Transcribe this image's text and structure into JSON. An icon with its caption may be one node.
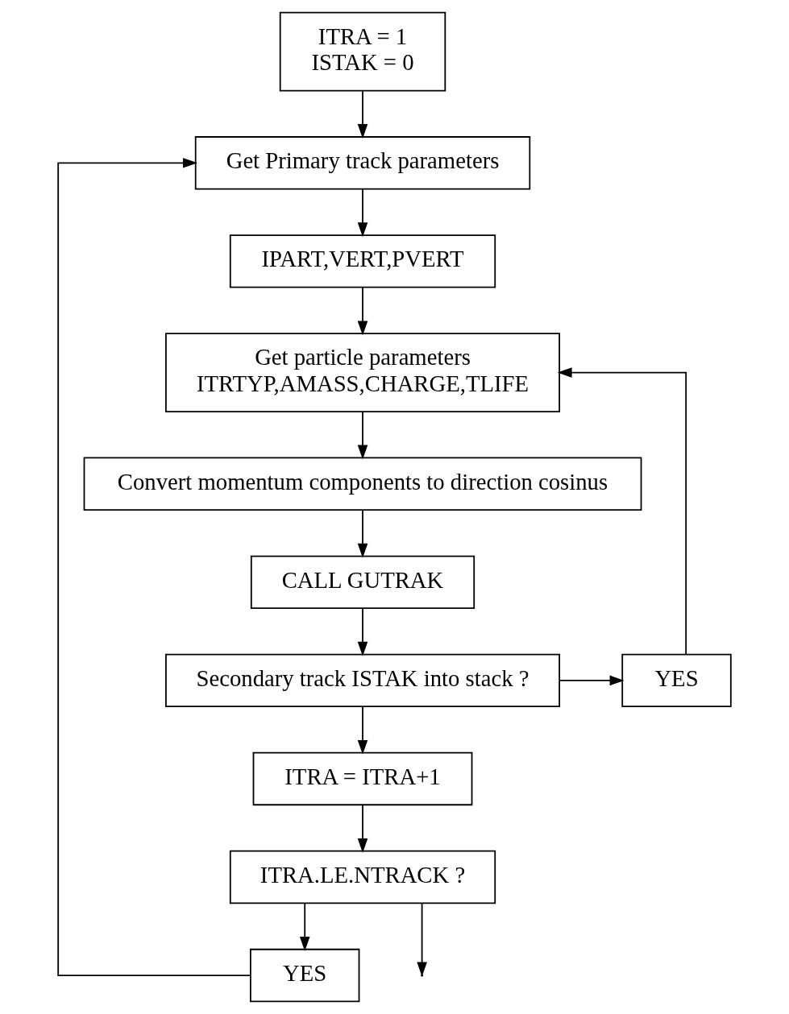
{
  "diagram": {
    "nodes": [
      {
        "text": [
          "ITRA = 1",
          "ISTAK = 0"
        ]
      },
      {
        "text": [
          "Get Primary track parameters"
        ]
      },
      {
        "text": [
          "IPART,VERT,PVERT"
        ]
      },
      {
        "text": [
          "Get particle parameters",
          "ITRTYP,AMASS,CHARGE,TLIFE"
        ]
      },
      {
        "text": [
          "Convert momentum components to direction cosinus"
        ]
      },
      {
        "text": [
          "CALL GUTRAK"
        ]
      },
      {
        "text": [
          "Secondary track ISTAK into stack ?"
        ]
      },
      {
        "text": [
          "YES"
        ]
      },
      {
        "text": [
          "ITRA = ITRA+1"
        ]
      },
      {
        "text": [
          "ITRA.LE.NTRACK ?"
        ]
      },
      {
        "text": [
          "YES"
        ]
      }
    ],
    "edges": [
      {
        "from": 0,
        "to": 1,
        "arrow": "to"
      },
      {
        "from": 1,
        "to": 2,
        "arrow": "to"
      },
      {
        "from": 2,
        "to": 3,
        "arrow": "to"
      },
      {
        "from": 3,
        "to": 4,
        "arrow": "to"
      },
      {
        "from": 4,
        "to": 5,
        "arrow": "to"
      },
      {
        "from": 5,
        "to": 6,
        "arrow": "to"
      },
      {
        "from": 6,
        "to": 7,
        "arrow": "to"
      },
      {
        "from": 7,
        "to": 3,
        "arrow": "to"
      },
      {
        "from": 6,
        "to": 8,
        "arrow": "to"
      },
      {
        "from": 8,
        "to": 9,
        "arrow": "to"
      },
      {
        "from": 9,
        "to": 10,
        "arrow": "to"
      },
      {
        "from": 10,
        "to": 1,
        "arrow": "to"
      },
      {
        "from": 9,
        "to": null,
        "arrow": "to"
      }
    ]
  }
}
